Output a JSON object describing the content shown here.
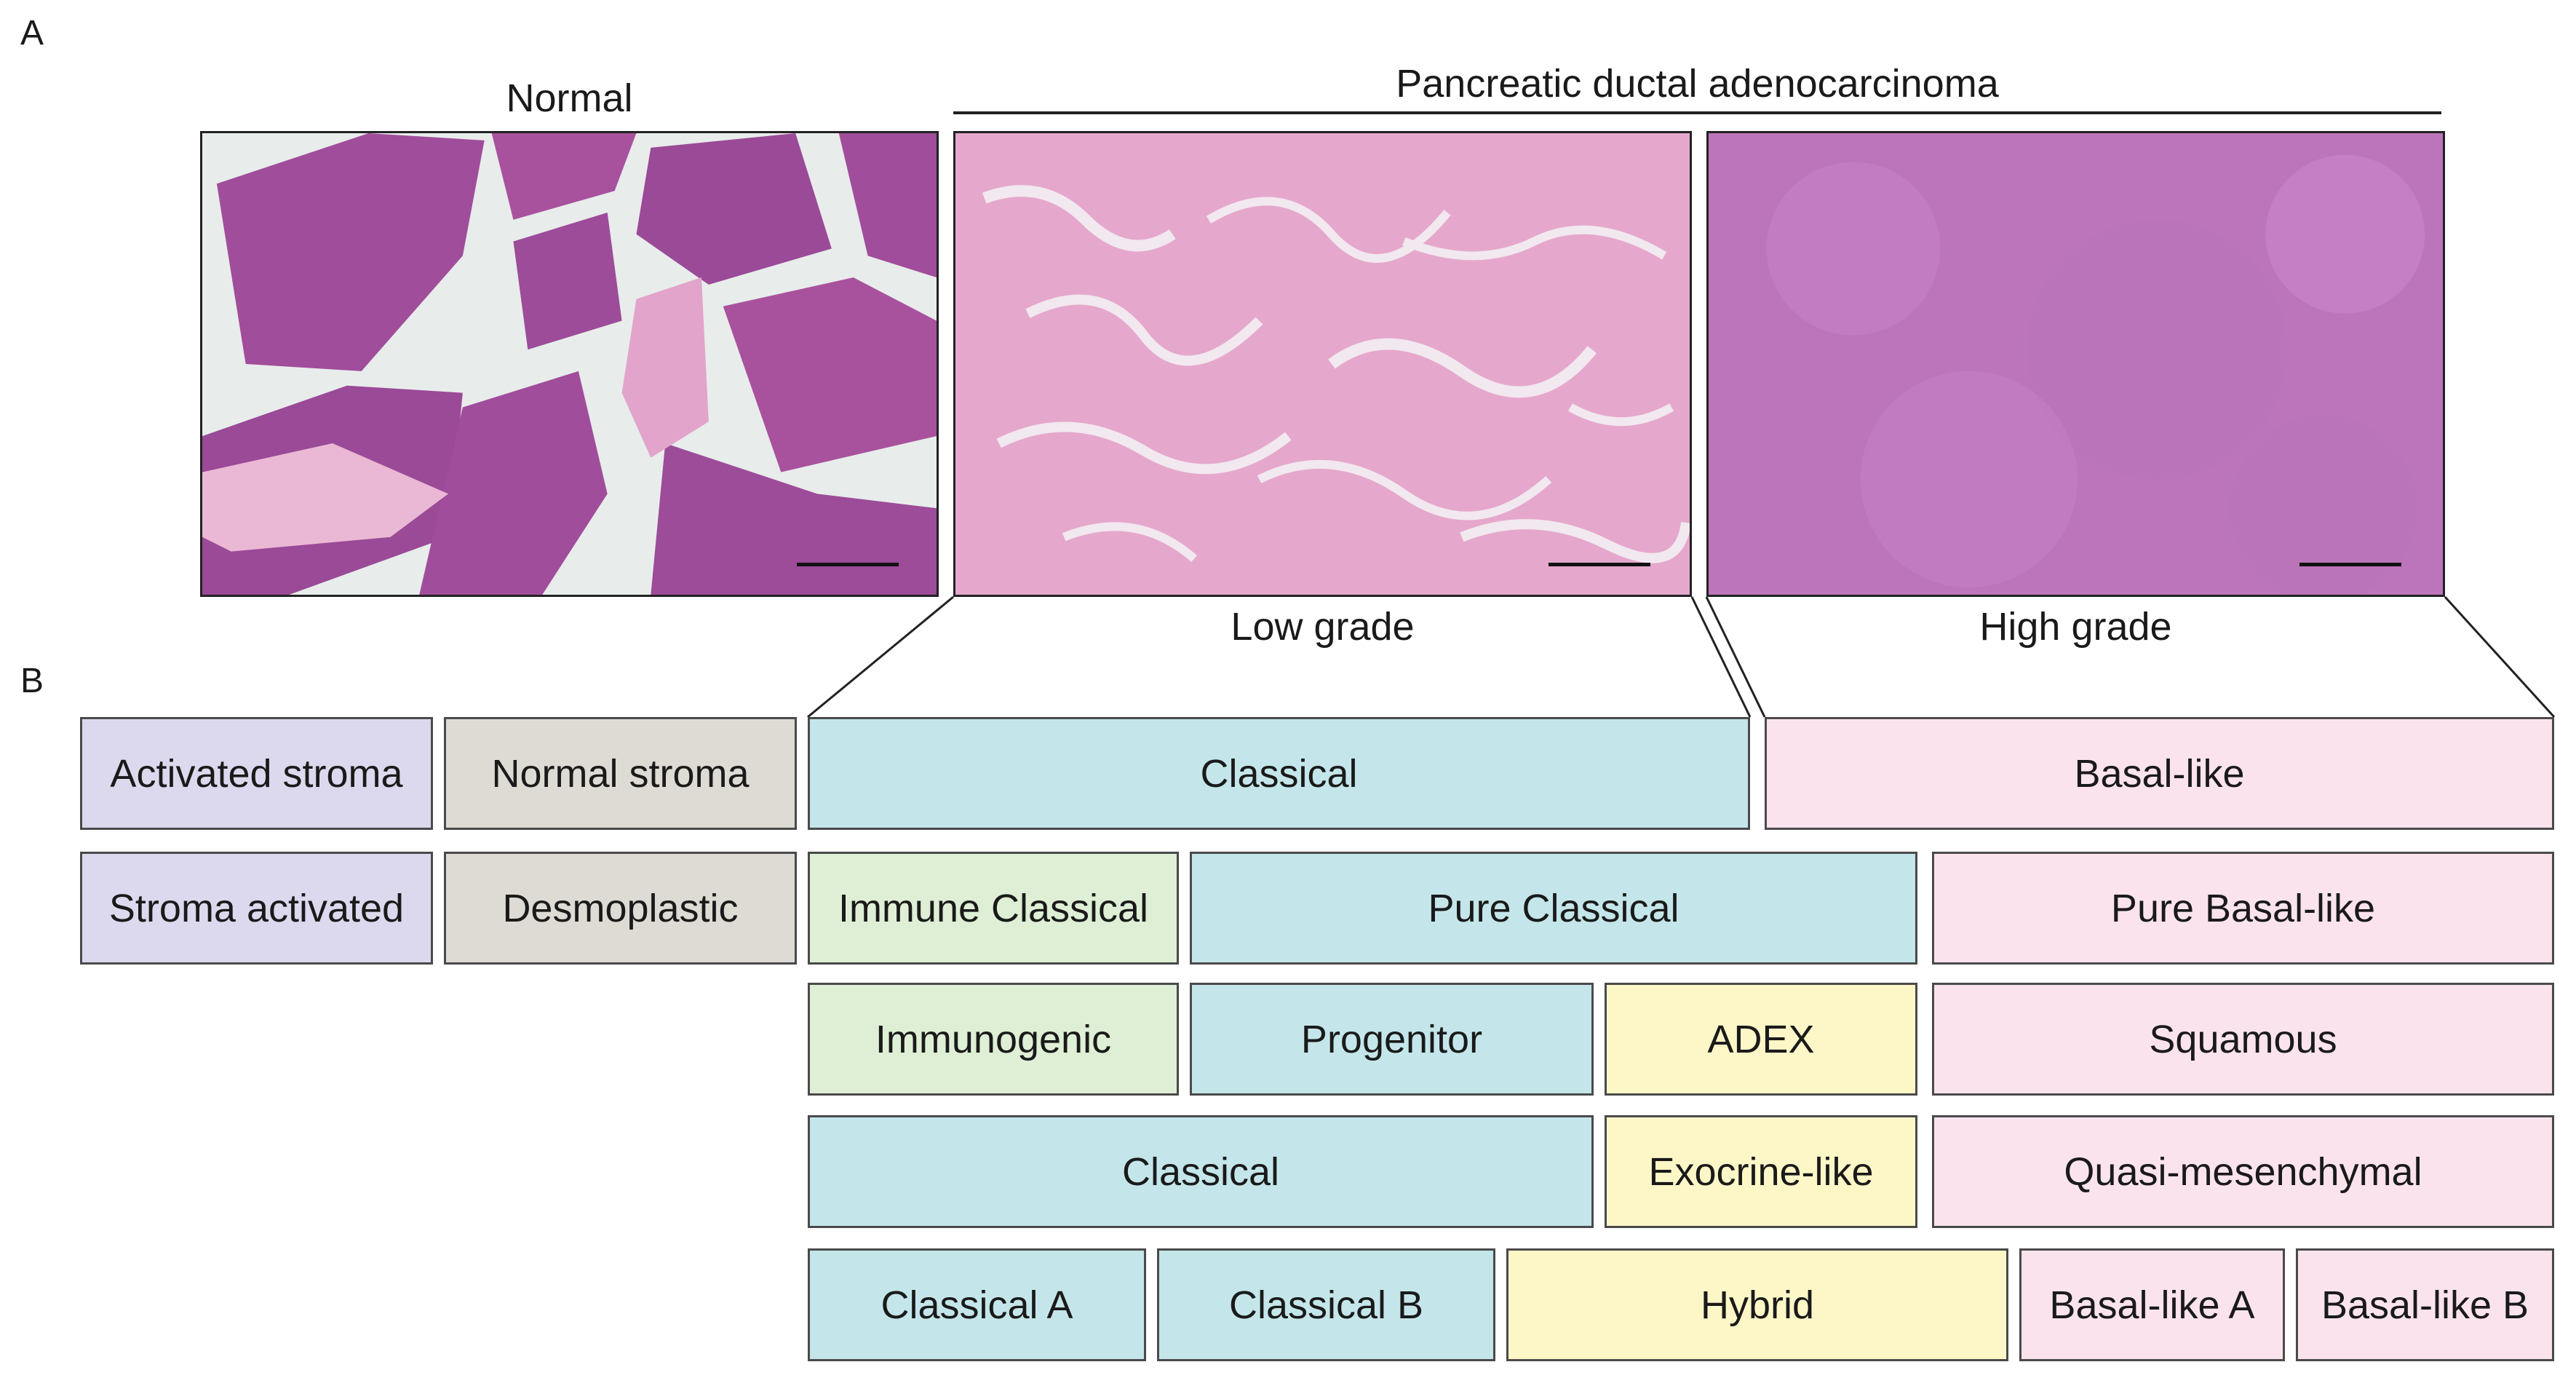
{
  "panel_a": {
    "letter": "A",
    "caption_normal": "Normal",
    "caption_pdac": "Pancreatic ductal adenocarcinoma",
    "caption_low_grade": "Low grade",
    "caption_high_grade": "High grade",
    "colors": {
      "tissue_pink": "#e9a9cf",
      "tissue_purple": "#a04d9b",
      "background": "#e8eceb"
    }
  },
  "panel_b": {
    "letter": "B",
    "rows": [
      {
        "boxes": [
          {
            "label": "Activated stroma",
            "color": "#dcd9ee"
          },
          {
            "label": "Normal stroma",
            "color": "#dedbd4"
          },
          {
            "label": "Classical",
            "color": "#c4e6ea"
          },
          {
            "label": "Basal-like",
            "color": "#fbe3ee"
          }
        ]
      },
      {
        "boxes": [
          {
            "label": "Stroma activated",
            "color": "#dcd9ee"
          },
          {
            "label": "Desmoplastic",
            "color": "#dedbd4"
          },
          {
            "label": "Immune Classical",
            "color": "#deefd6"
          },
          {
            "label": "Pure Classical",
            "color": "#c4e6ea"
          },
          {
            "label": "Pure Basal-like",
            "color": "#fbe3ee"
          }
        ]
      },
      {
        "boxes": [
          {
            "label": "Immunogenic",
            "color": "#deefd6"
          },
          {
            "label": "Progenitor",
            "color": "#c4e6ea"
          },
          {
            "label": "ADEX",
            "color": "#fdf7c7"
          },
          {
            "label": "Squamous",
            "color": "#fbe3ee"
          }
        ]
      },
      {
        "boxes": [
          {
            "label": "Classical",
            "color": "#c4e6ea"
          },
          {
            "label": "Exocrine-like",
            "color": "#fdf7c7"
          },
          {
            "label": "Quasi-mesenchymal",
            "color": "#fbe3ee"
          }
        ]
      },
      {
        "boxes": [
          {
            "label": "Classical A",
            "color": "#c4e6ea"
          },
          {
            "label": "Classical B",
            "color": "#c4e6ea"
          },
          {
            "label": "Hybrid",
            "color": "#fdf7c7"
          },
          {
            "label": "Basal-like A",
            "color": "#fbe3ee"
          },
          {
            "label": "Basal-like B",
            "color": "#fbe3ee"
          }
        ]
      }
    ]
  }
}
